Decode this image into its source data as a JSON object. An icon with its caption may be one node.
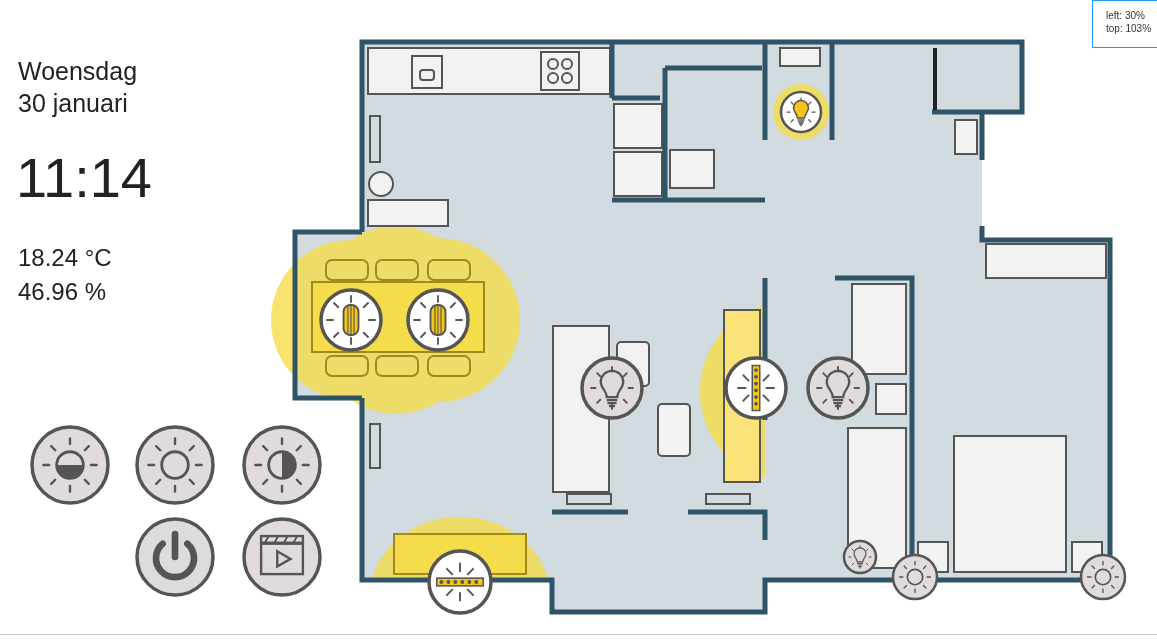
{
  "diagram": {
    "labels": [
      "Woensdag",
      "30 januari",
      "11:14",
      "18.24 °C",
      "46.96 %",
      "left: 30%",
      "top: 103%"
    ]
  }
}
